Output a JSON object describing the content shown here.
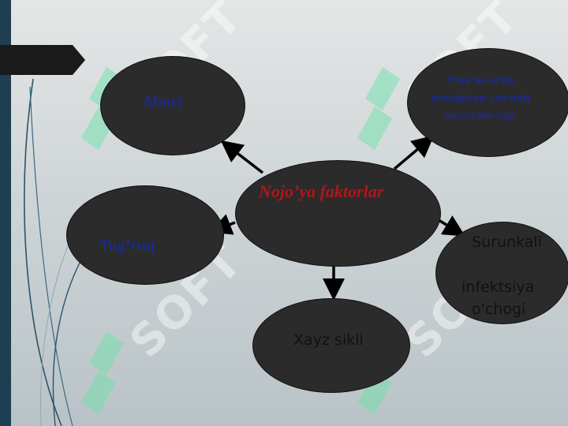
{
  "watermark": {
    "text": "SOFT",
    "logo_icon": "soft-logo-icon"
  },
  "diagram": {
    "center": {
      "label": "Nojo’ya faktorlar",
      "color": "#b3141b"
    },
    "nodes": {
      "abort": {
        "label": "Abort",
        "color": "#1c2a8c"
      },
      "chronic_disease": {
        "lines": [
          "Узок ва огир",
          "кечадиган умумий",
          "касалликлар."
        ],
        "color": "#1c2a8c"
      },
      "birth": {
        "mark": "‘",
        "label": "Tug’ruq",
        "color": "#1c2a8c"
      },
      "infection": {
        "lines": [
          "Surunkali",
          "infektsiya",
          "o'chogi"
        ],
        "color": "#111111"
      },
      "cycle": {
        "label": "Xayz sikli",
        "color": "#111111"
      }
    }
  }
}
